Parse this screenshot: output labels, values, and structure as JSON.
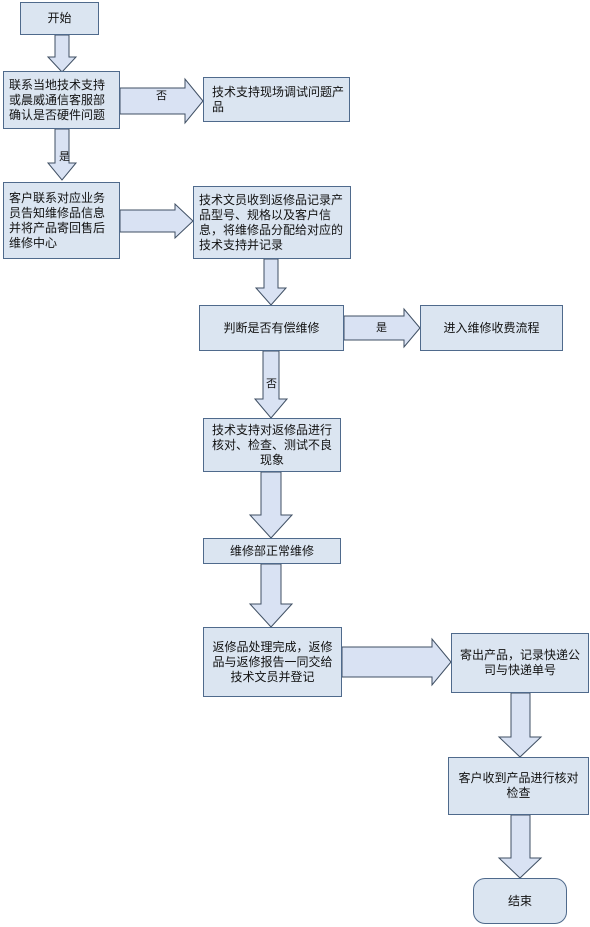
{
  "nodes": {
    "start": "开始",
    "check_hardware": "联系当地技术支持或晨威通信客服部确认是否硬件问题",
    "onsite_debug": "技术支持现场调试问题产品",
    "customer_send": "客户联系对应业务员告知维修品信息并将产品寄回售后维修中心",
    "clerk_record": "技术文员收到返修品记录产品型号、规格以及客户信息，将维修品分配给对应的技术支持并记录",
    "paid_repair": "判断是否有偿维修",
    "fee_process": "进入维修收费流程",
    "verify": "技术支持对返修品进行核对、检查、测试不良现象",
    "repair": "维修部正常维修",
    "handover": "返修品处理完成，返修品与返修报告一同交给技术文员并登记",
    "ship": "寄出产品，记录快递公司与快递单号",
    "customer_check": "客户收到产品进行核对检查",
    "end": "结束"
  },
  "edge_labels": {
    "no_1": "否",
    "yes_1": "是",
    "yes_2": "是",
    "no_2": "否"
  }
}
